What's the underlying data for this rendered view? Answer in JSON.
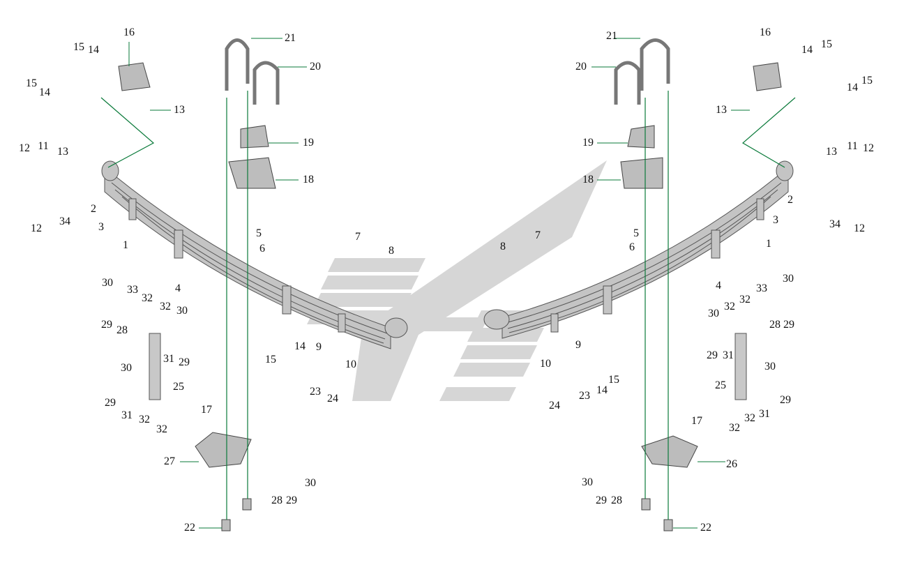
{
  "diagram": {
    "type": "exploded-parts-diagram",
    "subject": "leaf spring suspension assembly (left and right)",
    "watermark_color": "#c8c8c8",
    "line_color": "#0a7a3a",
    "part_color": "#b9b9b9",
    "labels": {
      "left_16": "16",
      "left_15a": "15",
      "left_14a": "14",
      "left_15b": "15",
      "left_14b": "14",
      "left_13a": "13",
      "left_12a": "12",
      "left_11": "11",
      "left_13b": "13",
      "left_21": "21",
      "left_20": "20",
      "left_19": "19",
      "left_18": "18",
      "left_2": "2",
      "left_3": "3",
      "left_1": "1",
      "left_12b": "12",
      "left_34": "34",
      "left_5": "5",
      "left_6": "6",
      "left_4": "4",
      "left_7": "7",
      "left_8": "8",
      "left_9": "9",
      "left_10": "10",
      "left_15c": "15",
      "left_14c": "14",
      "left_23": "23",
      "left_24": "24",
      "left_30a": "30",
      "left_33": "33",
      "left_32a": "32",
      "left_32b": "32",
      "left_30b": "30",
      "left_29a": "29",
      "left_28a": "28",
      "left_31a": "31",
      "left_29b": "29",
      "left_25": "25",
      "left_30c": "30",
      "left_29c": "29",
      "left_31b": "31",
      "left_32c": "32",
      "left_32d": "32",
      "left_17": "17",
      "left_27": "27",
      "left_30d": "30",
      "left_28b": "28",
      "left_29d": "29",
      "left_22": "22",
      "right_21": "21",
      "right_20": "20",
      "right_19": "19",
      "right_18": "18",
      "right_16": "16",
      "right_14a": "14",
      "right_15a": "15",
      "right_13a": "13",
      "right_14b": "14",
      "right_15b": "15",
      "right_13b": "13",
      "right_11": "11",
      "right_12a": "12",
      "right_2": "2",
      "right_34": "34",
      "right_12b": "12",
      "right_3": "3",
      "right_1": "1",
      "right_5": "5",
      "right_6": "6",
      "right_4": "4",
      "right_8": "8",
      "right_7": "7",
      "right_9": "9",
      "right_10": "10",
      "right_14c": "14",
      "right_15c": "15",
      "right_23": "23",
      "right_24": "24",
      "right_30a": "30",
      "right_33": "33",
      "right_32a": "32",
      "right_28a": "28",
      "right_29a": "29",
      "right_32b": "32",
      "right_30b": "30",
      "right_29b": "29",
      "right_31a": "31",
      "right_25": "25",
      "right_30c": "30",
      "right_29c": "29",
      "right_31b": "31",
      "right_32c": "32",
      "right_32d": "32",
      "right_17": "17",
      "right_26": "26",
      "right_30d": "30",
      "right_29d": "29",
      "right_28b": "28",
      "right_22": "22"
    }
  }
}
